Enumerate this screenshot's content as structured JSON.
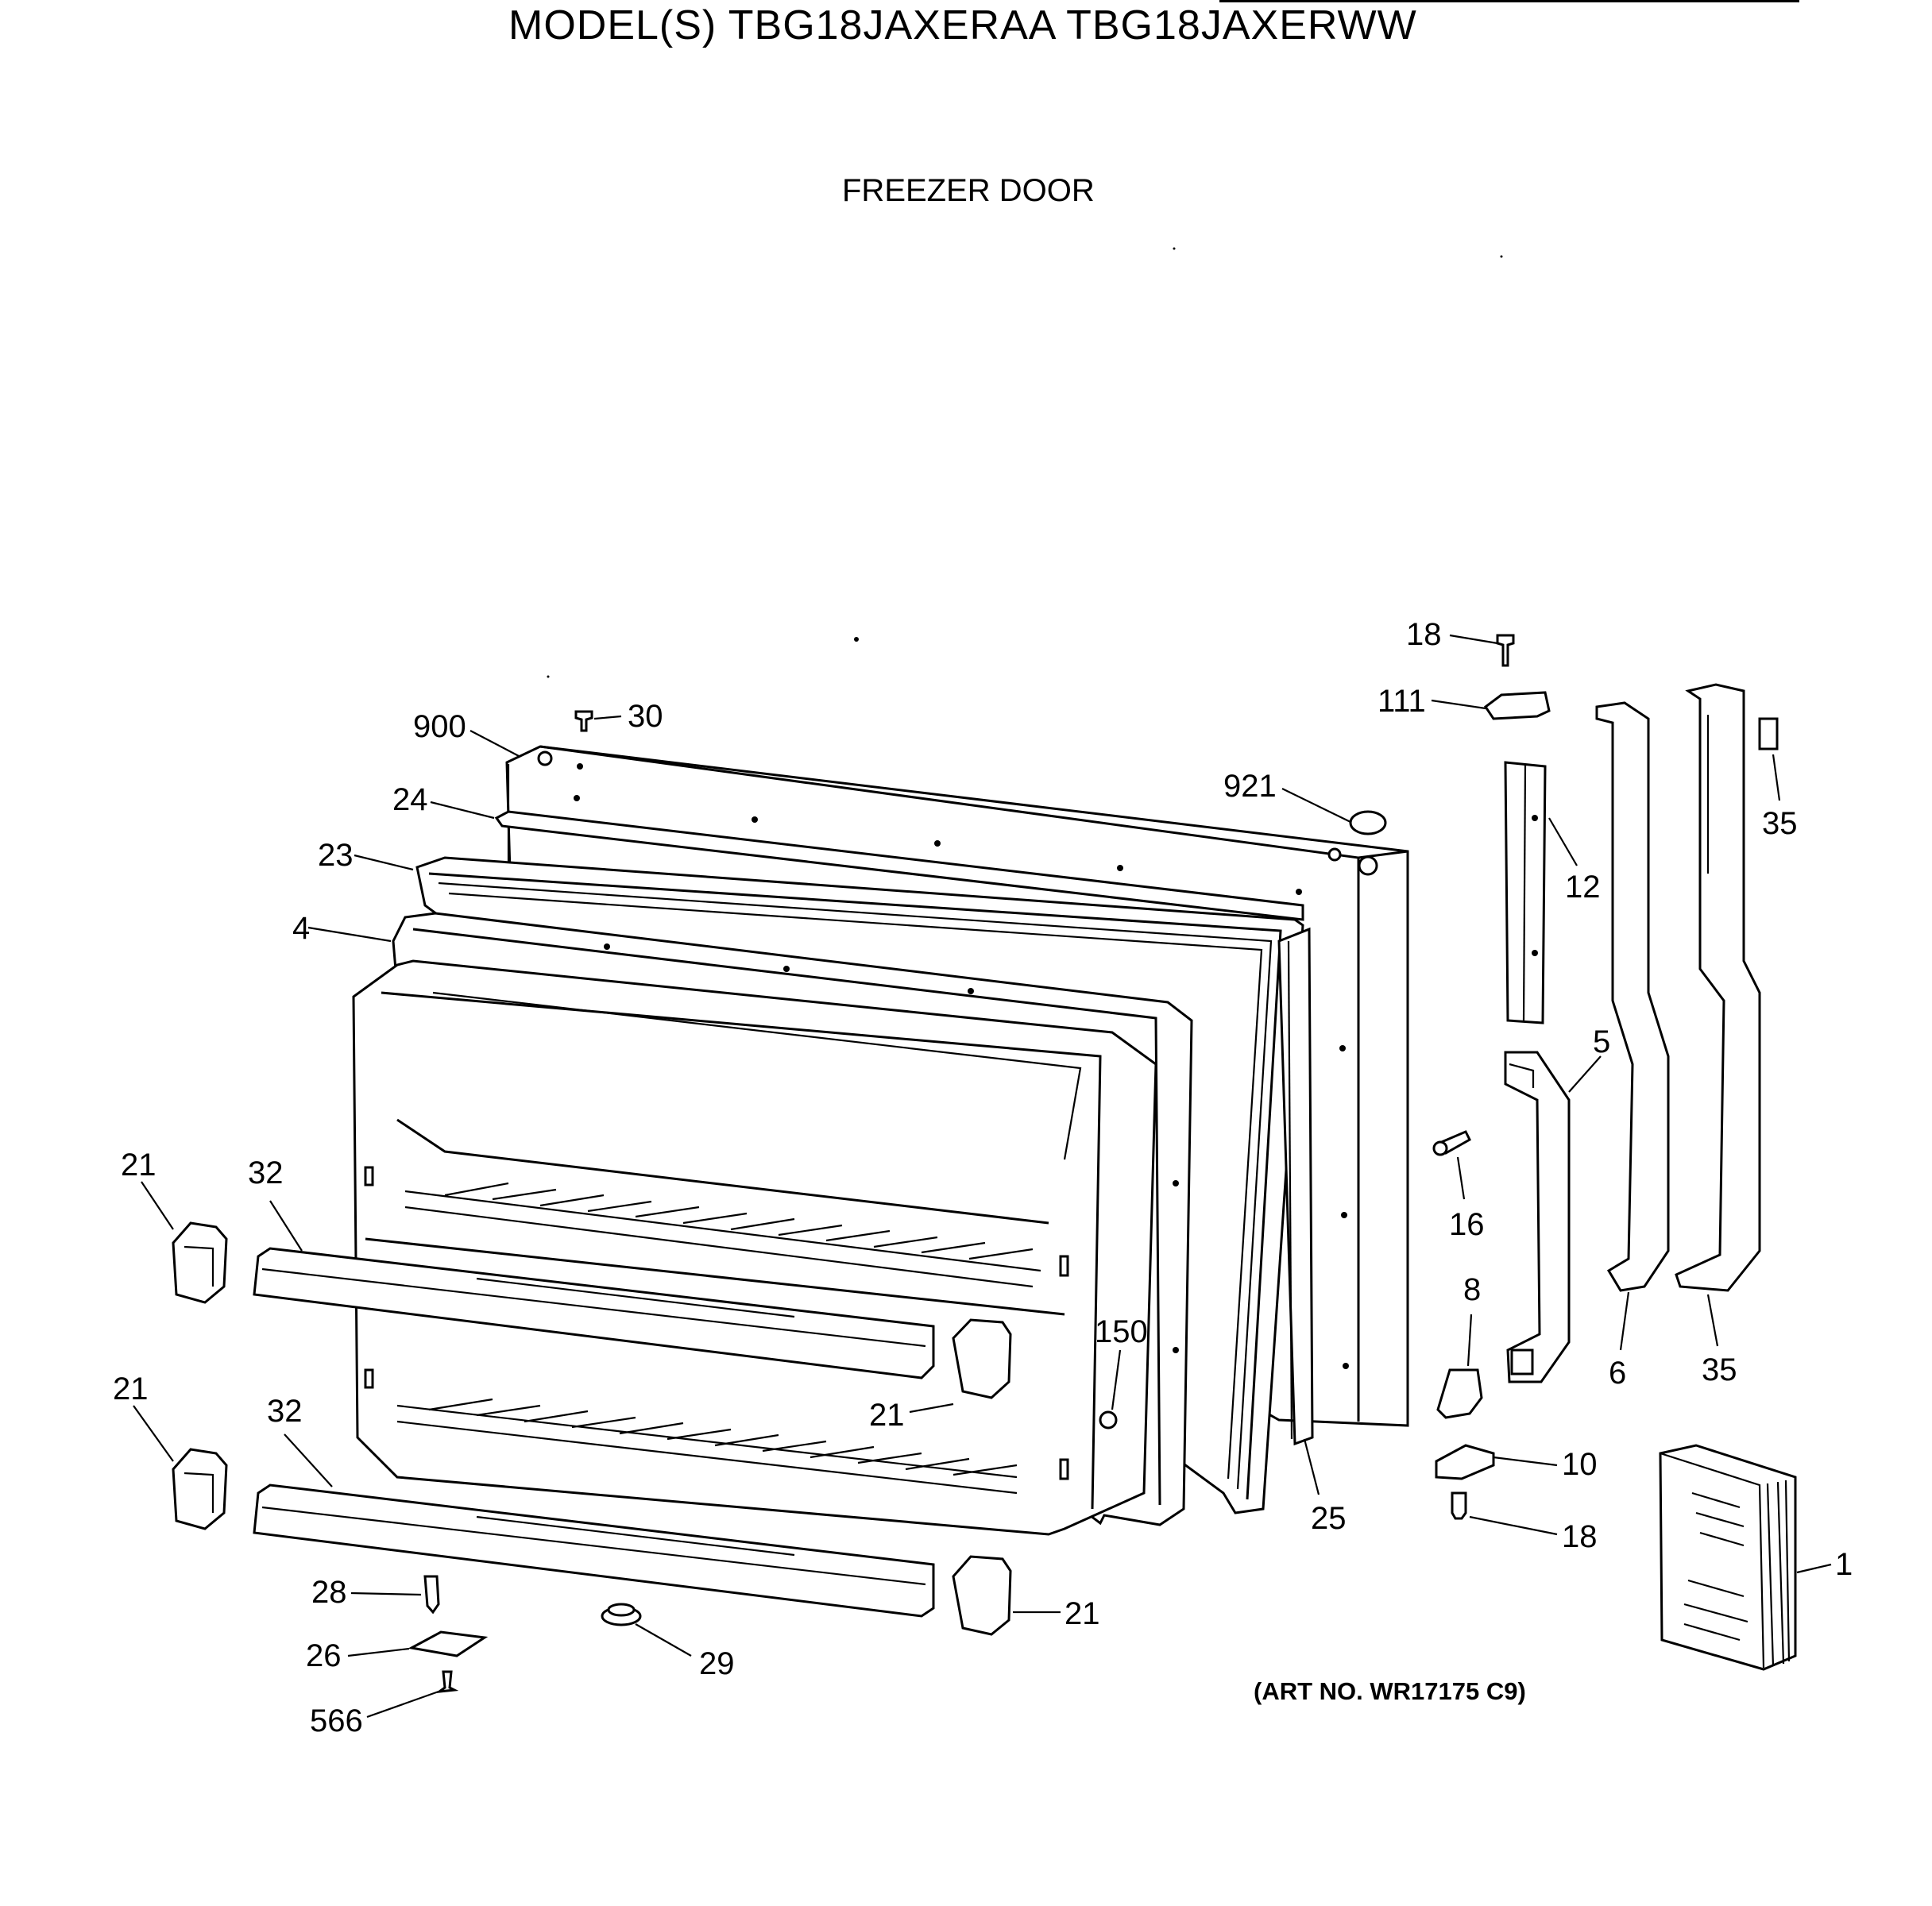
{
  "header": {
    "model_title": "MODEL(S) TBG18JAXERAA  TBG18JAXERWW",
    "section_title": "FREEZER DOOR"
  },
  "footer": {
    "art_number": "(ART NO. WR17175 C9)"
  },
  "callouts": {
    "c900": "900",
    "c30": "30",
    "c24": "24",
    "c23": "23",
    "c4": "4",
    "c921": "921",
    "c18_top": "18",
    "c111": "111",
    "c12": "12",
    "c35_top": "35",
    "c5": "5",
    "c16": "16",
    "c8": "8",
    "c6": "6",
    "c35_bottom": "35",
    "c10": "10",
    "c18_bottom": "18",
    "c1": "1",
    "c25": "25",
    "c150": "150",
    "c21_upper_left": "21",
    "c32_upper": "32",
    "c21_upper_right": "21",
    "c21_lower_left": "21",
    "c32_lower": "32",
    "c21_lower_right": "21",
    "c28": "28",
    "c26": "26",
    "c566": "566",
    "c29": "29"
  }
}
